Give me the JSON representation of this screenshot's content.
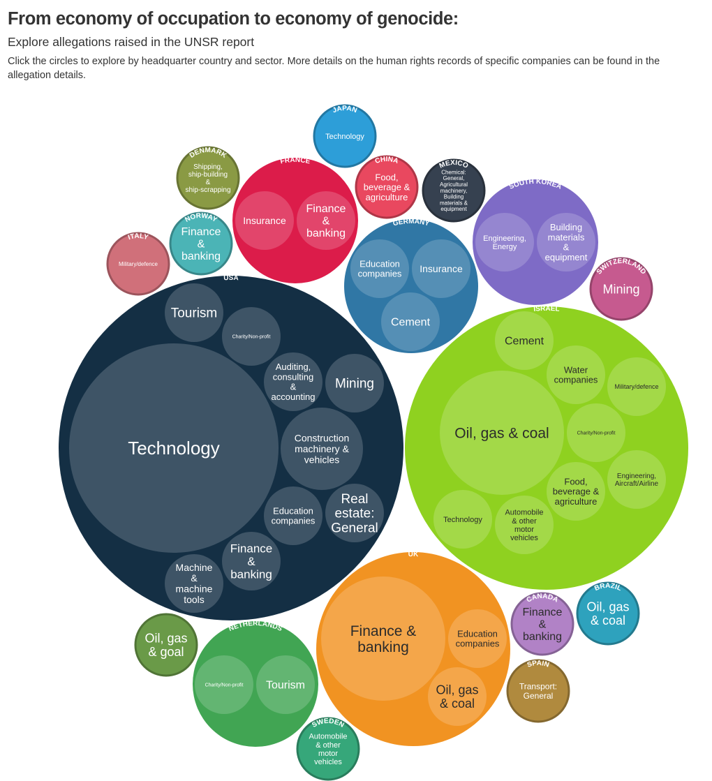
{
  "header": {
    "title": "From economy of occupation to economy of genocide:",
    "subtitle": "Explore allegations raised in the UNSR report",
    "description": "Click the circles to explore by headquarter country and sector. More details on the human rights records of specific companies can be found in the allegation details."
  },
  "chart_data": {
    "type": "bubble-pack",
    "hierarchy": [
      "headquarter country",
      "sector"
    ],
    "countries": [
      {
        "name": "USA",
        "color": "#142f44",
        "sectors": [
          "Technology",
          "Tourism",
          "Charity/Non-profit",
          "Auditing, consulting & accounting",
          "Mining",
          "Construction machinery & vehicles",
          "Education companies",
          "Real estate: General",
          "Finance & banking",
          "Machine & machine tools"
        ]
      },
      {
        "name": "Israel",
        "color": "#8fd120",
        "sectors": [
          "Oil, gas & coal",
          "Cement",
          "Water companies",
          "Military/defence",
          "Charity/Non-profit",
          "Engineering, Aircraft/Airline",
          "Food, beverage & agriculture",
          "Automobile & other motor vehicles",
          "Technology"
        ]
      },
      {
        "name": "UK",
        "color": "#f19322",
        "sectors": [
          "Finance & banking",
          "Education companies",
          "Oil, gas & coal"
        ]
      },
      {
        "name": "Germany",
        "color": "#3077a5",
        "sectors": [
          "Education companies",
          "Insurance",
          "Cement"
        ]
      },
      {
        "name": "France",
        "color": "#dc1c4a",
        "sectors": [
          "Insurance",
          "Finance & banking"
        ]
      },
      {
        "name": "South Korea",
        "color": "#7e6bc6",
        "sectors": [
          "Engineering, Energy",
          "Building materials & equipment"
        ]
      },
      {
        "name": "Netherlands",
        "color": "#41a553",
        "sectors": [
          "Charity/Non-profit",
          "Tourism"
        ]
      },
      {
        "name": "Japan",
        "color": "#2d9ed8",
        "sectors": [
          "Technology"
        ]
      },
      {
        "name": "China",
        "color": "#e9485f",
        "sectors": [
          "Food, beverage & agriculture"
        ]
      },
      {
        "name": "Mexico",
        "color": "#364150",
        "sectors": [
          "Chemical: General, Agricultural machinery, Building materials & equipment"
        ]
      },
      {
        "name": "Denmark",
        "color": "#8a9a44",
        "sectors": [
          "Shipping, ship-building & ship-scrapping"
        ]
      },
      {
        "name": "Norway",
        "color": "#4bb4b6",
        "sectors": [
          "Finance & banking"
        ]
      },
      {
        "name": "Italy",
        "color": "#d0707a",
        "sectors": [
          "Military/defence"
        ]
      },
      {
        "name": "Switzerland",
        "color": "#c65a8f",
        "sectors": [
          "Mining"
        ]
      },
      {
        "name": "Canada",
        "color": "#b182c6",
        "sectors": [
          "Finance & banking"
        ]
      },
      {
        "name": "Brazil",
        "color": "#2ea2bd",
        "sectors": [
          "Oil, gas & coal"
        ]
      },
      {
        "name": "Spain",
        "color": "#b08a3e",
        "sectors": [
          "Transport: General"
        ]
      },
      {
        "name": "Sweden",
        "color": "#36a77a",
        "sectors": [
          "Automobile & other motor vehicles"
        ]
      },
      {
        "name": "",
        "color": "#6a9a48",
        "sectors": [
          "Oil, gas & goal"
        ]
      }
    ]
  }
}
